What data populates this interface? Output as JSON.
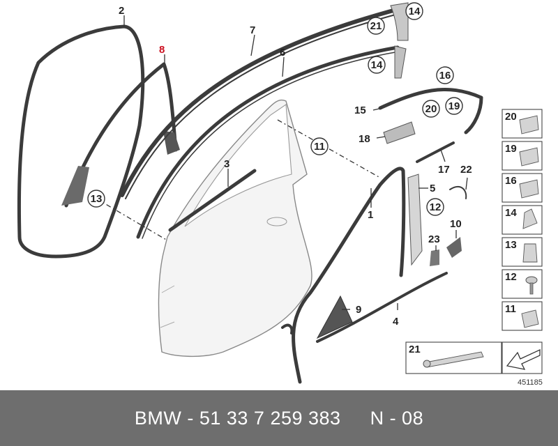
{
  "labels": {
    "p1": "1",
    "p2": "2",
    "p3": "3",
    "p4": "4",
    "p5": "5",
    "p6": "6",
    "p7": "7",
    "p8": "8",
    "p9": "9",
    "p10": "10",
    "p11": "11",
    "p12": "12",
    "p13": "13",
    "p14a": "14",
    "p14b": "14",
    "p15": "15",
    "p16": "16",
    "p17": "17",
    "p18": "18",
    "p19": "19",
    "p20": "20",
    "p21": "21",
    "p22": "22",
    "p23": "23"
  },
  "legend": {
    "row20": "20",
    "row19": "19",
    "row16": "16",
    "row14": "14",
    "row13": "13",
    "row12": "12",
    "row11": "11",
    "row21": "21"
  },
  "diagram_number": "451185",
  "footer": {
    "part": "BMW - 51 33 7 259 383",
    "ref": "N - 08"
  },
  "colors": {
    "highlight": "#cc1020",
    "footer_bg": "#6e6e6e"
  }
}
